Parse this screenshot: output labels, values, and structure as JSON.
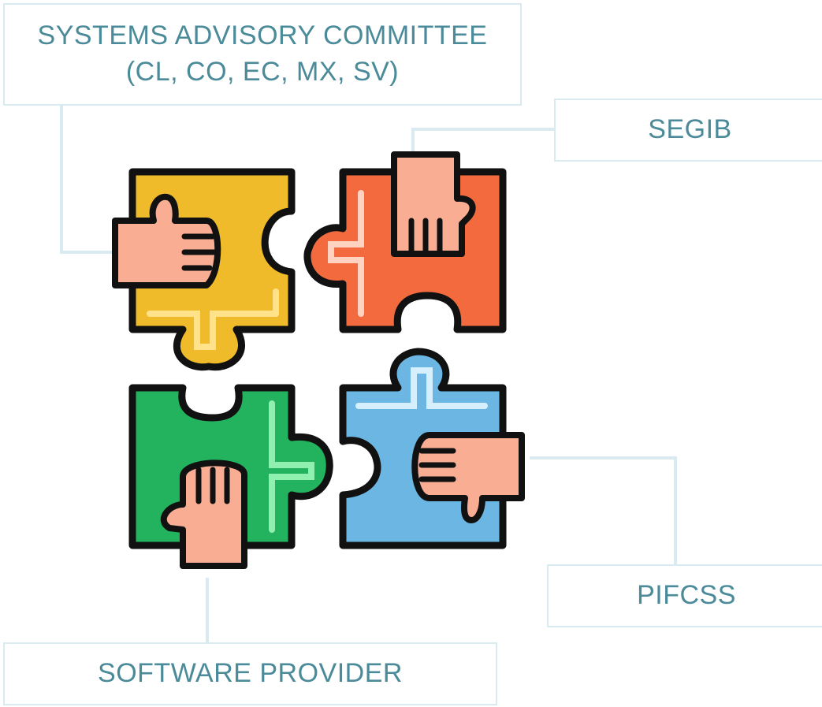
{
  "labels": {
    "systems_advisory_committee": {
      "line1": "SYSTEMS ADVISORY COMMITTEE",
      "line2": "(CL, CO, EC, MX, SV)"
    },
    "segib": "SEGIB",
    "pifcss": "PIFCSS",
    "software_provider": "SOFTWARE PROVIDER"
  },
  "colors": {
    "label_text": "#4a8a99",
    "label_border": "#d9ebf0",
    "piece_yellow": "#f0bb2a",
    "piece_orange": "#f26a3d",
    "piece_green": "#23b25e",
    "piece_blue": "#6cb6e3",
    "hand": "#f9ad92",
    "outline": "#111111"
  },
  "icons": [
    "puzzle-hands-icon"
  ]
}
